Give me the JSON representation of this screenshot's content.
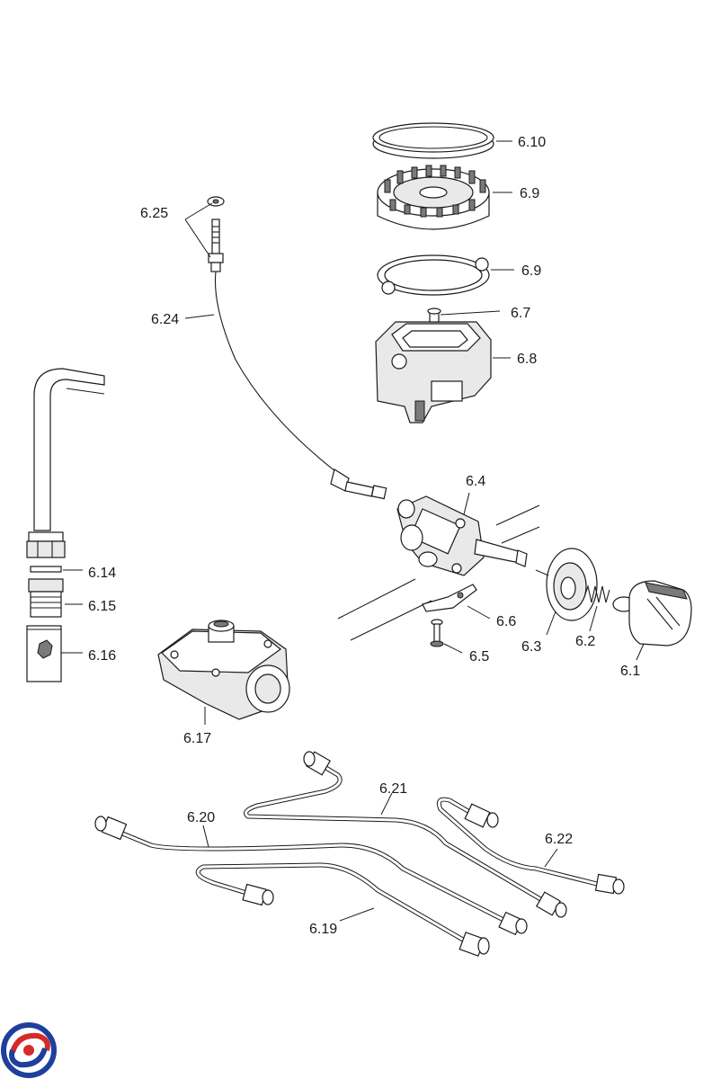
{
  "labels": {
    "p6_10": "6.10",
    "p6_9_top": "6.9",
    "p6_9_gasket": "6.9",
    "p6_7": "6.7",
    "p6_8": "6.8",
    "p6_25": "6.25",
    "p6_24": "6.24",
    "p6_4": "6.4",
    "p6_14": "6.14",
    "p6_15": "6.15",
    "p6_16": "6.16",
    "p6_6": "6.6",
    "p6_5": "6.5",
    "p6_3": "6.3",
    "p6_2": "6.2",
    "p6_1": "6.1",
    "p6_17": "6.17",
    "p6_21": "6.21",
    "p6_20": "6.20",
    "p6_22": "6.22",
    "p6_19": "6.19"
  },
  "logo": {
    "colors": {
      "red": "#d42a2a",
      "blue": "#1f3f9c"
    }
  }
}
